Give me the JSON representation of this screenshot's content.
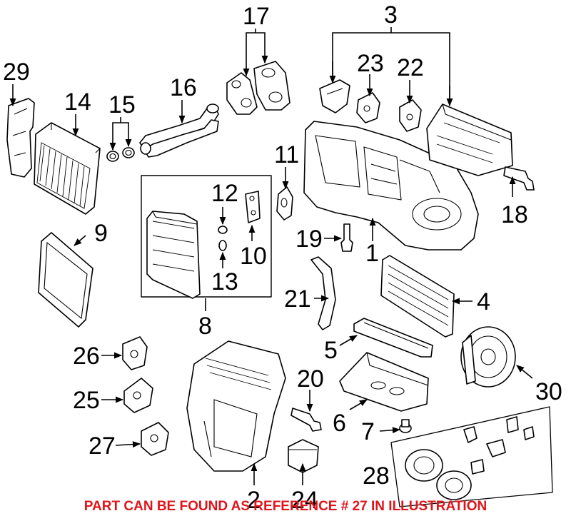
{
  "colors": {
    "line": "#000000",
    "background": "#ffffff",
    "notice": "#e0141b"
  },
  "notice_text": "PART CAN BE FOUND AS REFERENCE # 27 IN ILLUSTRATION",
  "callouts": {
    "c1": "1",
    "c2": "2",
    "c3": "3",
    "c4": "4",
    "c5": "5",
    "c6": "6",
    "c7": "7",
    "c8": "8",
    "c9": "9",
    "c10": "10",
    "c11": "11",
    "c12": "12",
    "c13": "13",
    "c14": "14",
    "c15": "15",
    "c16": "16",
    "c17": "17",
    "c18": "18",
    "c19": "19",
    "c20": "20",
    "c21": "21",
    "c22": "22",
    "c23": "23",
    "c24": "24",
    "c25": "25",
    "c26": "26",
    "c27": "27",
    "c28": "28",
    "c29": "29",
    "c30": "30"
  }
}
